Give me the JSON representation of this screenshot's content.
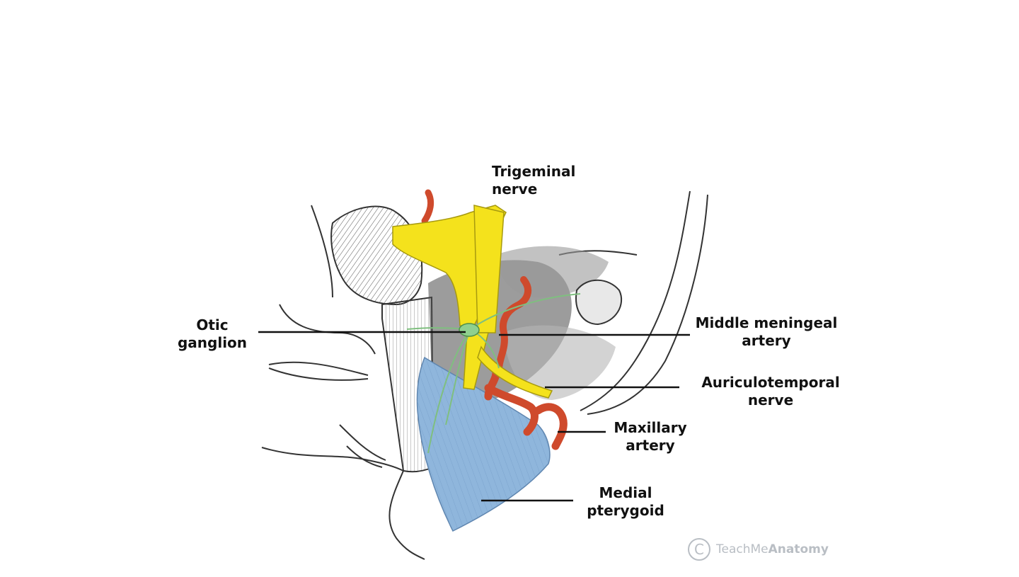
{
  "labels": {
    "trigeminal": [
      "Trigeminal",
      "nerve"
    ],
    "otic": [
      "Otic",
      "ganglion"
    ],
    "middle_meningeal": [
      "Middle meningeal",
      "artery"
    ],
    "auriculotemporal": [
      "Auriculotemporal",
      "nerve"
    ],
    "maxillary": [
      "Maxillary",
      "artery"
    ],
    "medial_pterygoid": [
      "Medial",
      "pterygoid"
    ]
  },
  "watermark": {
    "symbol": "C",
    "brand_light": "TeachMe",
    "brand_bold": "Anatomy"
  },
  "colors": {
    "nerve": "#f4e21c",
    "artery": "#cf4a2c",
    "muscle": "#8fb6dc",
    "ganglion": "#8fd08f",
    "bone_outline": "#333333",
    "label_line": "#111111"
  }
}
